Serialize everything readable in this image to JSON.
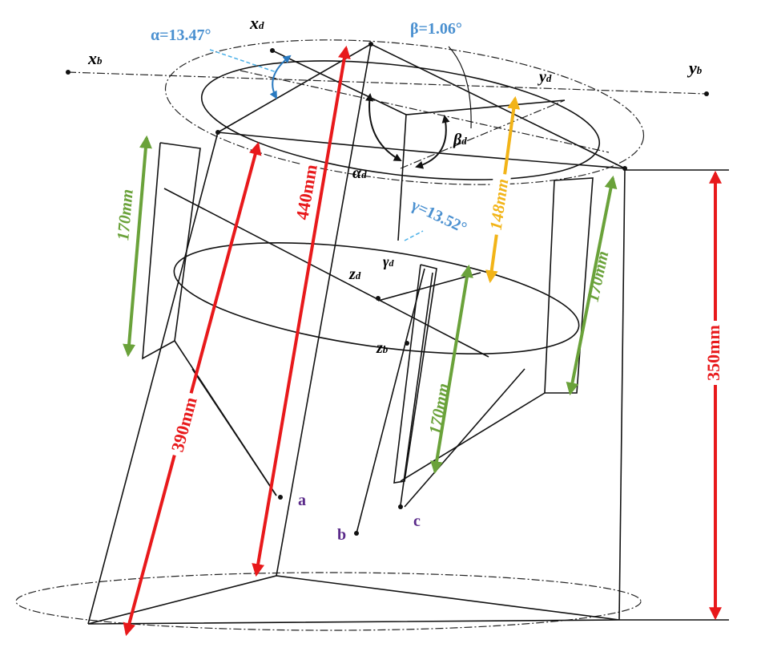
{
  "axes": {
    "xb": "x",
    "xb_sub": "b",
    "yb": "y",
    "yb_sub": "b",
    "xd": "x",
    "xd_sub": "d",
    "yd": "y",
    "yd_sub": "d",
    "zd": "z",
    "zd_sub": "d",
    "zb": "z",
    "zb_sub": "b"
  },
  "angles": {
    "alpha": "α=13.47°",
    "beta": "β=1.06°",
    "gamma": "γ=13.52°",
    "alpha_d": "α",
    "beta_d": "β",
    "gamma_d": "γ",
    "sub_d": "d"
  },
  "dimensions": {
    "d440": "440mm",
    "d390": "390mm",
    "d350": "350mm",
    "d148": "148mm",
    "d170_left": "170mm",
    "d170_center": "170mm",
    "d170_right": "170mm"
  },
  "points": {
    "a": "a",
    "b": "b",
    "c": "c"
  },
  "colors": {
    "red": "#e8191b",
    "green": "#6aa23a",
    "yellow": "#f2b418",
    "blue": "#4a90d0",
    "purple": "#5a2a8a"
  }
}
